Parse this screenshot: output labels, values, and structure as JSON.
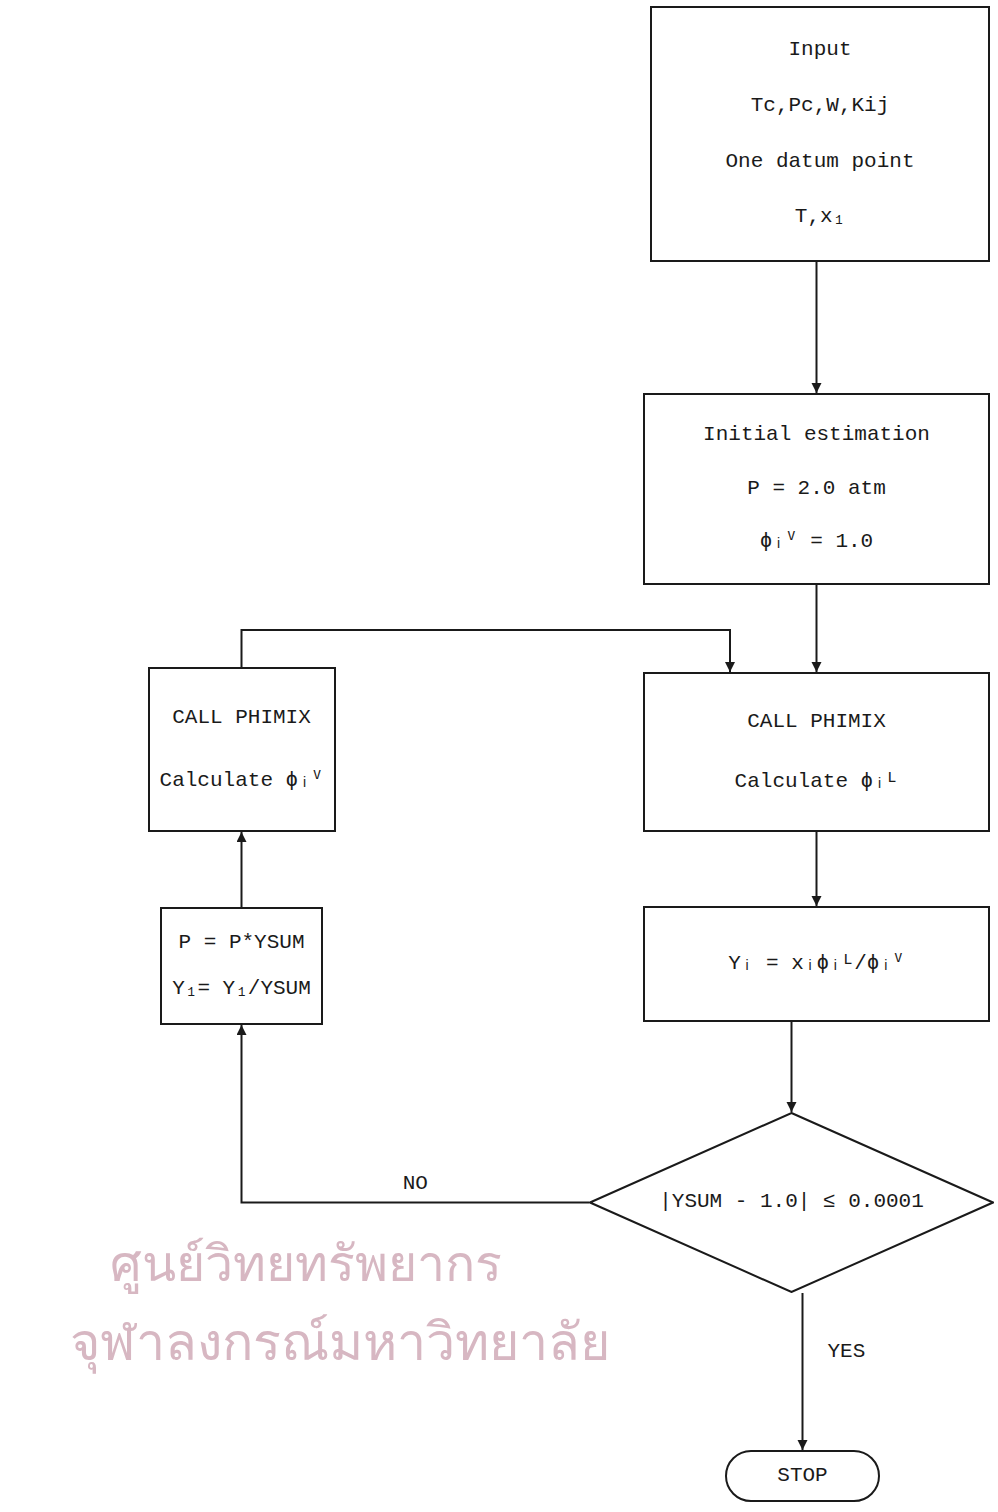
{
  "diagram": {
    "nodes": [
      {
        "text": [
          "Input",
          "Tc,Pc,W,Kij",
          "One datum point",
          "T,x₁"
        ]
      },
      {
        "text": [
          "Initial estimation",
          "P = 2.0 atm",
          "ϕᵢⱽ = 1.0"
        ]
      },
      {
        "text": [
          "CALL PHIMIX",
          "Calculate ϕᵢᴸ"
        ]
      },
      {
        "text": [
          "Yᵢ = xᵢϕᵢᴸ/ϕᵢⱽ"
        ]
      },
      {
        "text": [
          "|YSUM - 1.0| ≤ 0.0001"
        ]
      },
      {
        "text": [
          "STOP"
        ]
      },
      {
        "text": [
          "P = P*YSUM",
          "Y₁= Y₁/YSUM"
        ]
      },
      {
        "text": [
          "CALL PHIMIX",
          "Calculate ϕᵢⱽ"
        ]
      }
    ],
    "edges": [
      {
        "from": 0,
        "to": 1,
        "arrow": "to"
      },
      {
        "from": 1,
        "to": 2,
        "arrow": "to"
      },
      {
        "from": 2,
        "to": 3,
        "arrow": "to"
      },
      {
        "from": 3,
        "to": 4,
        "arrow": "to"
      },
      {
        "from": 4,
        "to": 5,
        "label": "YES",
        "arrow": "to"
      },
      {
        "from": 4,
        "to": 6,
        "label": "NO",
        "arrow": "to"
      },
      {
        "from": 6,
        "to": 7,
        "arrow": "to"
      },
      {
        "from": 7,
        "to": 2,
        "arrow": "to"
      }
    ],
    "labels": [
      "ศูนย์วิทยทรัพยากร",
      "จุฬาลงกรณ์มหาวิทยาลัย"
    ]
  }
}
